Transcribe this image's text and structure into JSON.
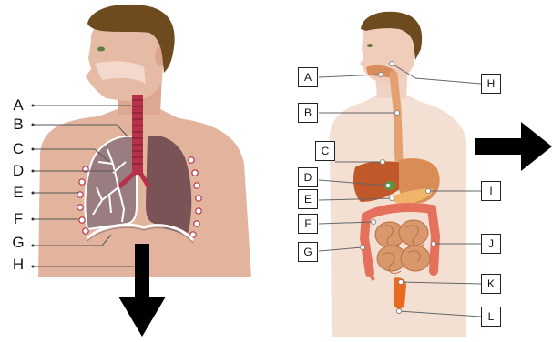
{
  "respiratory": {
    "labels": [
      "A",
      "B",
      "C",
      "D",
      "E",
      "F",
      "G",
      "H"
    ]
  },
  "digestive": {
    "left_labels": [
      "A",
      "B",
      "C",
      "D",
      "E",
      "F",
      "G"
    ],
    "right_labels": [
      "H",
      "I",
      "J",
      "K",
      "L"
    ]
  },
  "colors": {
    "skin": "#e2b49d",
    "skin_light": "#efcdbd",
    "hair": "#6e4a1f",
    "lung_left": "#9a7d80",
    "lung_right": "#7a5356",
    "trachea": "#b5324a",
    "arrow": "#000000",
    "esophagus": "#e3a071",
    "stomach": "#d98c55",
    "liver": "#c0582a",
    "intestine_small": "#d9976c",
    "intestine_large": "#e5705c",
    "rectum": "#e96a1f"
  }
}
